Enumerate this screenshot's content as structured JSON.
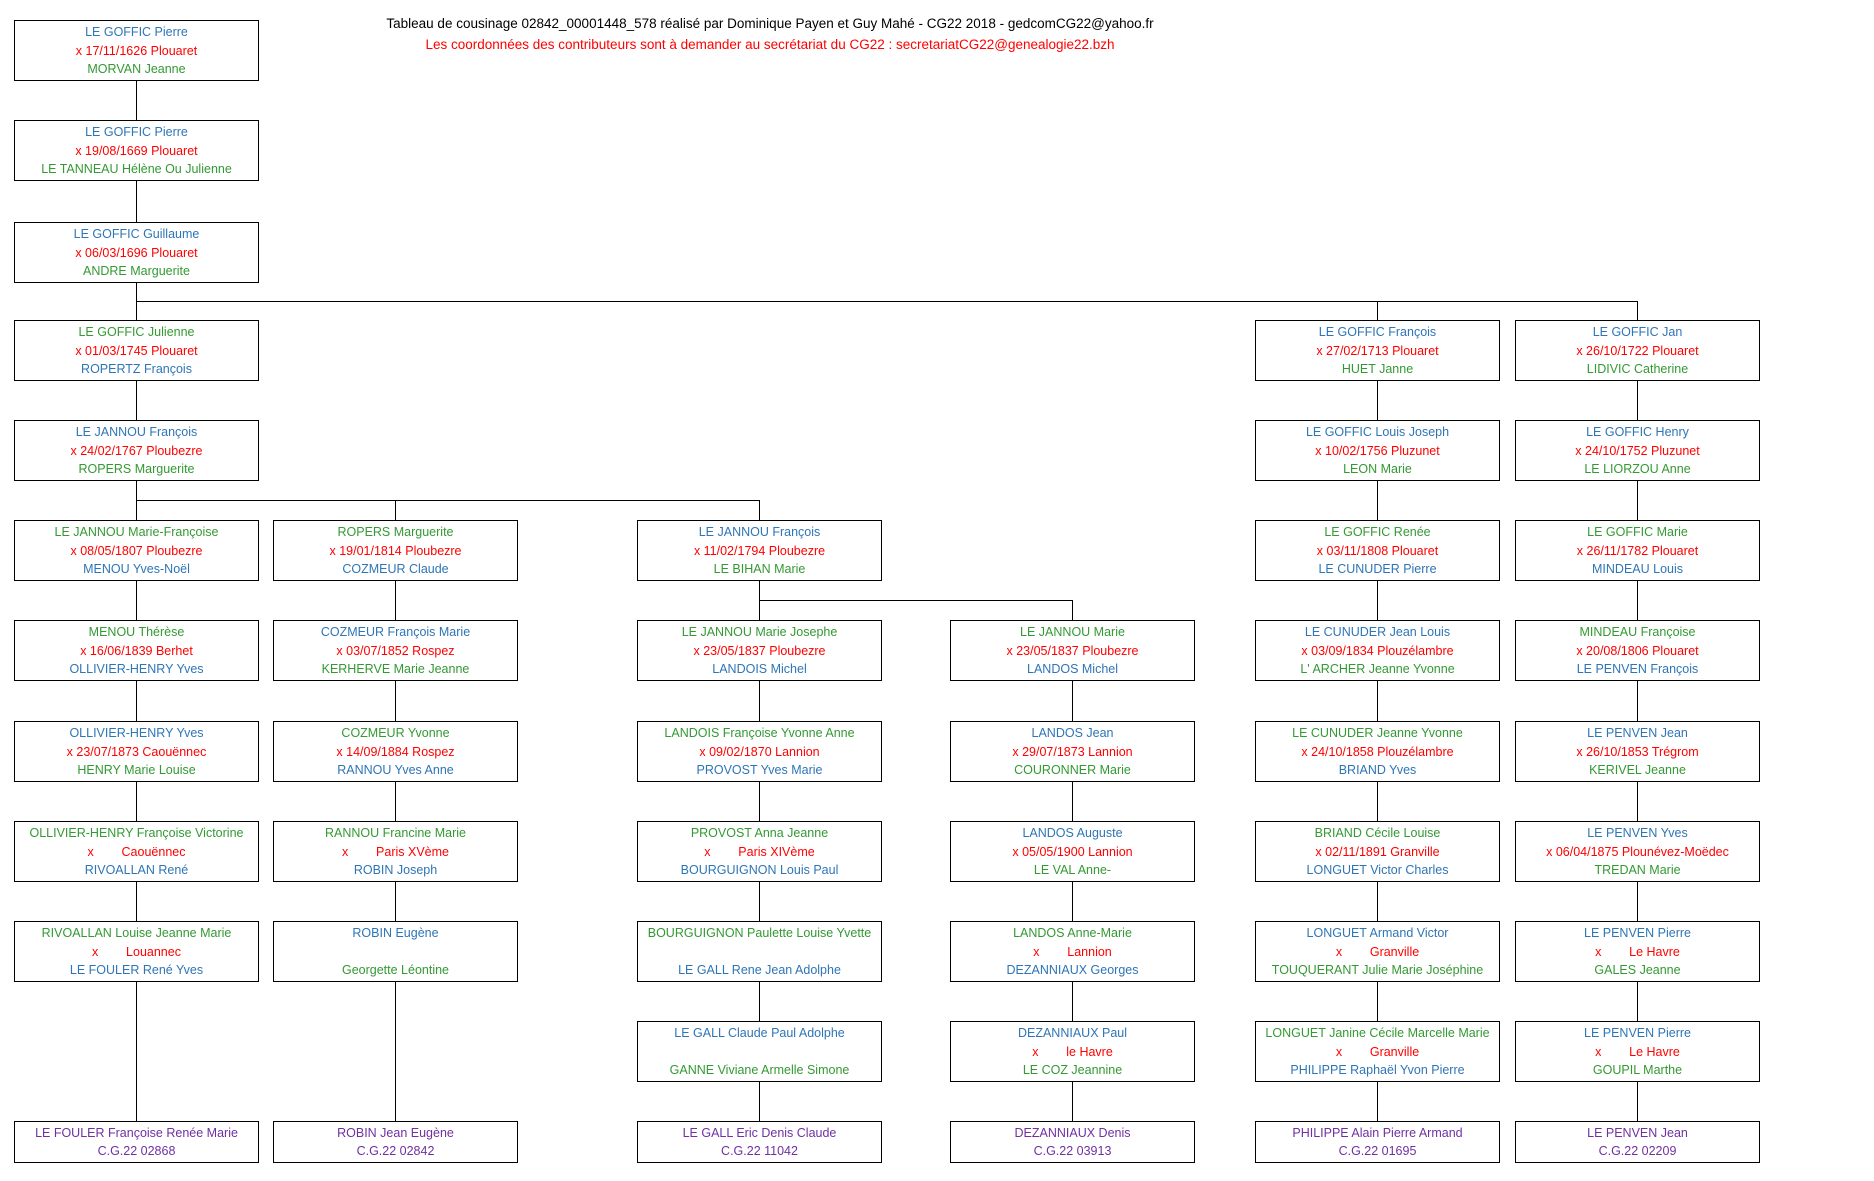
{
  "header": {
    "title": "Tableau de cousinage 02842_00001448_578 réalisé par Dominique Payen et Guy Mahé - CG22 2018 - gedcomCG22@yahoo.fr",
    "note": "Les coordonnées des contributeurs sont à demander au secrétariat du CG22 :  secretariatCG22@genealogie22.bzh"
  },
  "colors": {
    "blue": "#2E75B6",
    "green": "#339933",
    "red": "#FF0000",
    "purple": "#7030A0",
    "note_red": "#FF0000",
    "line_black": "#000000"
  },
  "people": [
    {
      "id": "r1c1",
      "row": 1,
      "col": 1,
      "lines": [
        {
          "text": "LE GOFFIC Pierre",
          "color": "blue"
        },
        {
          "text": "x 17/11/1626 Plouaret",
          "color": "red"
        },
        {
          "text": "MORVAN Jeanne",
          "color": "green"
        }
      ]
    },
    {
      "id": "r2c1",
      "row": 2,
      "col": 1,
      "lines": [
        {
          "text": "LE GOFFIC Pierre",
          "color": "blue"
        },
        {
          "text": "x 19/08/1669 Plouaret",
          "color": "red"
        },
        {
          "text": "LE TANNEAU Hélène Ou Julienne",
          "color": "green"
        }
      ]
    },
    {
      "id": "r3c1",
      "row": 3,
      "col": 1,
      "lines": [
        {
          "text": "LE GOFFIC Guillaume",
          "color": "blue"
        },
        {
          "text": "x 06/03/1696 Plouaret",
          "color": "red"
        },
        {
          "text": "ANDRE Marguerite",
          "color": "green"
        }
      ]
    },
    {
      "id": "r4c1",
      "row": 4,
      "col": 1,
      "lines": [
        {
          "text": "LE GOFFIC Julienne",
          "color": "green"
        },
        {
          "text": "x 01/03/1745 Plouaret",
          "color": "red"
        },
        {
          "text": "ROPERTZ François",
          "color": "blue"
        }
      ]
    },
    {
      "id": "r4c5",
      "row": 4,
      "col": 5,
      "lines": [
        {
          "text": "LE GOFFIC François",
          "color": "blue"
        },
        {
          "text": "x 27/02/1713 Plouaret",
          "color": "red"
        },
        {
          "text": "HUET Janne",
          "color": "green"
        }
      ]
    },
    {
      "id": "r4c6",
      "row": 4,
      "col": 6,
      "lines": [
        {
          "text": "LE GOFFIC Jan",
          "color": "blue"
        },
        {
          "text": "x 26/10/1722 Plouaret",
          "color": "red"
        },
        {
          "text": "LIDIVIC Catherine",
          "color": "green"
        }
      ]
    },
    {
      "id": "r5c1",
      "row": 5,
      "col": 1,
      "lines": [
        {
          "text": "LE JANNOU François",
          "color": "blue"
        },
        {
          "text": "x 24/02/1767 Ploubezre",
          "color": "red"
        },
        {
          "text": "ROPERS Marguerite",
          "color": "green"
        }
      ]
    },
    {
      "id": "r5c5",
      "row": 5,
      "col": 5,
      "lines": [
        {
          "text": "LE GOFFIC Louis Joseph",
          "color": "blue"
        },
        {
          "text": "x 10/02/1756 Pluzunet",
          "color": "red"
        },
        {
          "text": "LEON Marie",
          "color": "green"
        }
      ]
    },
    {
      "id": "r5c6",
      "row": 5,
      "col": 6,
      "lines": [
        {
          "text": "LE GOFFIC Henry",
          "color": "blue"
        },
        {
          "text": "x 24/10/1752 Pluzunet",
          "color": "red"
        },
        {
          "text": "LE LIORZOU Anne",
          "color": "green"
        }
      ]
    },
    {
      "id": "r6c1",
      "row": 6,
      "col": 1,
      "lines": [
        {
          "text": "LE JANNOU Marie-Françoise",
          "color": "green"
        },
        {
          "text": "x 08/05/1807 Ploubezre",
          "color": "red"
        },
        {
          "text": "MENOU Yves-Noël",
          "color": "blue"
        }
      ]
    },
    {
      "id": "r6c2",
      "row": 6,
      "col": 2,
      "lines": [
        {
          "text": "ROPERS Marguerite",
          "color": "green"
        },
        {
          "text": "x 19/01/1814 Ploubezre",
          "color": "red"
        },
        {
          "text": "COZMEUR Claude",
          "color": "blue"
        }
      ]
    },
    {
      "id": "r6c3",
      "row": 6,
      "col": 3,
      "lines": [
        {
          "text": "LE JANNOU François",
          "color": "blue"
        },
        {
          "text": "x 11/02/1794 Ploubezre",
          "color": "red"
        },
        {
          "text": "LE BIHAN Marie",
          "color": "green"
        }
      ]
    },
    {
      "id": "r6c5",
      "row": 6,
      "col": 5,
      "lines": [
        {
          "text": "LE GOFFIC Renée",
          "color": "green"
        },
        {
          "text": "x 03/11/1808 Plouaret",
          "color": "red"
        },
        {
          "text": "LE CUNUDER Pierre",
          "color": "blue"
        }
      ]
    },
    {
      "id": "r6c6",
      "row": 6,
      "col": 6,
      "lines": [
        {
          "text": "LE GOFFIC Marie",
          "color": "green"
        },
        {
          "text": "x 26/11/1782 Plouaret",
          "color": "red"
        },
        {
          "text": "MINDEAU Louis",
          "color": "blue"
        }
      ]
    },
    {
      "id": "r7c1",
      "row": 7,
      "col": 1,
      "lines": [
        {
          "text": "MENOU Thérèse",
          "color": "green"
        },
        {
          "text": "x 16/06/1839 Berhet",
          "color": "red"
        },
        {
          "text": "OLLIVIER-HENRY Yves",
          "color": "blue"
        }
      ]
    },
    {
      "id": "r7c2",
      "row": 7,
      "col": 2,
      "lines": [
        {
          "text": "COZMEUR François Marie",
          "color": "blue"
        },
        {
          "text": "x 03/07/1852 Rospez",
          "color": "red"
        },
        {
          "text": "KERHERVE Marie Jeanne",
          "color": "green"
        }
      ]
    },
    {
      "id": "r7c3",
      "row": 7,
      "col": 3,
      "lines": [
        {
          "text": "LE JANNOU Marie Josephe",
          "color": "green"
        },
        {
          "text": "x 23/05/1837 Ploubezre",
          "color": "red"
        },
        {
          "text": "LANDOIS Michel",
          "color": "blue"
        }
      ]
    },
    {
      "id": "r7c4",
      "row": 7,
      "col": 4,
      "lines": [
        {
          "text": "LE JANNOU Marie",
          "color": "green"
        },
        {
          "text": "x 23/05/1837 Ploubezre",
          "color": "red"
        },
        {
          "text": "LANDOS Michel",
          "color": "blue"
        }
      ]
    },
    {
      "id": "r7c5",
      "row": 7,
      "col": 5,
      "lines": [
        {
          "text": "LE CUNUDER Jean Louis",
          "color": "blue"
        },
        {
          "text": "x 03/09/1834 Plouzélambre",
          "color": "red"
        },
        {
          "text": "L' ARCHER Jeanne Yvonne",
          "color": "green"
        }
      ]
    },
    {
      "id": "r7c6",
      "row": 7,
      "col": 6,
      "lines": [
        {
          "text": "MINDEAU Françoise",
          "color": "green"
        },
        {
          "text": "x 20/08/1806 Plouaret",
          "color": "red"
        },
        {
          "text": "LE PENVEN François",
          "color": "blue"
        }
      ]
    },
    {
      "id": "r8c1",
      "row": 8,
      "col": 1,
      "lines": [
        {
          "text": "OLLIVIER-HENRY Yves",
          "color": "blue"
        },
        {
          "text": "x 23/07/1873 Caouënnec",
          "color": "red"
        },
        {
          "text": "HENRY Marie Louise",
          "color": "green"
        }
      ]
    },
    {
      "id": "r8c2",
      "row": 8,
      "col": 2,
      "lines": [
        {
          "text": "COZMEUR Yvonne",
          "color": "green"
        },
        {
          "text": "x 14/09/1884 Rospez",
          "color": "red"
        },
        {
          "text": "RANNOU Yves Anne",
          "color": "blue"
        }
      ]
    },
    {
      "id": "r8c3",
      "row": 8,
      "col": 3,
      "lines": [
        {
          "text": "LANDOIS Françoise Yvonne Anne",
          "color": "green"
        },
        {
          "text": "x 09/02/1870 Lannion",
          "color": "red"
        },
        {
          "text": "PROVOST Yves Marie",
          "color": "blue"
        }
      ]
    },
    {
      "id": "r8c4",
      "row": 8,
      "col": 4,
      "lines": [
        {
          "text": "LANDOS Jean",
          "color": "blue"
        },
        {
          "text": "x 29/07/1873 Lannion",
          "color": "red"
        },
        {
          "text": "COURONNER Marie",
          "color": "green"
        }
      ]
    },
    {
      "id": "r8c5",
      "row": 8,
      "col": 5,
      "lines": [
        {
          "text": "LE CUNUDER Jeanne Yvonne",
          "color": "green"
        },
        {
          "text": "x 24/10/1858 Plouzélambre",
          "color": "red"
        },
        {
          "text": "BRIAND Yves",
          "color": "blue"
        }
      ]
    },
    {
      "id": "r8c6",
      "row": 8,
      "col": 6,
      "lines": [
        {
          "text": "LE PENVEN Jean",
          "color": "blue"
        },
        {
          "text": "x 26/10/1853 Trégrom",
          "color": "red"
        },
        {
          "text": "KERIVEL Jeanne",
          "color": "green"
        }
      ]
    },
    {
      "id": "r9c1",
      "row": 9,
      "col": 1,
      "lines": [
        {
          "text": "OLLIVIER-HENRY Françoise Victorine",
          "color": "green"
        },
        {
          "text": "x        Caouënnec",
          "color": "red"
        },
        {
          "text": "RIVOALLAN René",
          "color": "blue"
        }
      ]
    },
    {
      "id": "r9c2",
      "row": 9,
      "col": 2,
      "lines": [
        {
          "text": "RANNOU Francine Marie",
          "color": "green"
        },
        {
          "text": "x        Paris XVème",
          "color": "red"
        },
        {
          "text": "ROBIN Joseph",
          "color": "blue"
        }
      ]
    },
    {
      "id": "r9c3",
      "row": 9,
      "col": 3,
      "lines": [
        {
          "text": "PROVOST Anna Jeanne",
          "color": "green"
        },
        {
          "text": "x        Paris XIVème",
          "color": "red"
        },
        {
          "text": "BOURGUIGNON Louis Paul",
          "color": "blue"
        }
      ]
    },
    {
      "id": "r9c4",
      "row": 9,
      "col": 4,
      "lines": [
        {
          "text": "LANDOS Auguste",
          "color": "blue"
        },
        {
          "text": "x 05/05/1900 Lannion",
          "color": "red"
        },
        {
          "text": "LE VAL Anne-",
          "color": "green"
        }
      ]
    },
    {
      "id": "r9c5",
      "row": 9,
      "col": 5,
      "lines": [
        {
          "text": "BRIAND Cécile Louise",
          "color": "green"
        },
        {
          "text": "x 02/11/1891 Granville",
          "color": "red"
        },
        {
          "text": "LONGUET Victor Charles",
          "color": "blue"
        }
      ]
    },
    {
      "id": "r9c6",
      "row": 9,
      "col": 6,
      "lines": [
        {
          "text": "LE PENVEN Yves",
          "color": "blue"
        },
        {
          "text": "x 06/04/1875 Plounévez-Moëdec",
          "color": "red"
        },
        {
          "text": "TREDAN Marie",
          "color": "green"
        }
      ]
    },
    {
      "id": "r10c1",
      "row": 10,
      "col": 1,
      "lines": [
        {
          "text": "RIVOALLAN Louise Jeanne Marie",
          "color": "green"
        },
        {
          "text": "x        Louannec",
          "color": "red"
        },
        {
          "text": "LE FOULER René Yves",
          "color": "blue"
        }
      ]
    },
    {
      "id": "r10c2",
      "row": 10,
      "col": 2,
      "lines": [
        {
          "text": "ROBIN Eugène",
          "color": "blue"
        },
        {
          "text": "",
          "color": "red"
        },
        {
          "text": "Georgette Léontine",
          "color": "green"
        }
      ]
    },
    {
      "id": "r10c3",
      "row": 10,
      "col": 3,
      "lines": [
        {
          "text": "BOURGUIGNON Paulette Louise Yvette",
          "color": "green"
        },
        {
          "text": "",
          "color": "red"
        },
        {
          "text": "LE GALL Rene Jean Adolphe",
          "color": "blue"
        }
      ]
    },
    {
      "id": "r10c4",
      "row": 10,
      "col": 4,
      "lines": [
        {
          "text": "LANDOS Anne-Marie",
          "color": "green"
        },
        {
          "text": "x        Lannion",
          "color": "red"
        },
        {
          "text": "DEZANNIAUX Georges",
          "color": "blue"
        }
      ]
    },
    {
      "id": "r10c5",
      "row": 10,
      "col": 5,
      "lines": [
        {
          "text": "LONGUET Armand Victor",
          "color": "blue"
        },
        {
          "text": "x        Granville",
          "color": "red"
        },
        {
          "text": "TOUQUERANT Julie Marie Joséphine",
          "color": "green"
        }
      ]
    },
    {
      "id": "r10c6",
      "row": 10,
      "col": 6,
      "lines": [
        {
          "text": "LE PENVEN Pierre",
          "color": "blue"
        },
        {
          "text": "x        Le Havre",
          "color": "red"
        },
        {
          "text": "GALES Jeanne",
          "color": "green"
        }
      ]
    },
    {
      "id": "r11c3",
      "row": 11,
      "col": 3,
      "lines": [
        {
          "text": "LE GALL Claude Paul Adolphe",
          "color": "blue"
        },
        {
          "text": "",
          "color": "red"
        },
        {
          "text": "GANNE Viviane Armelle Simone",
          "color": "green"
        }
      ]
    },
    {
      "id": "r11c4",
      "row": 11,
      "col": 4,
      "lines": [
        {
          "text": "DEZANNIAUX Paul",
          "color": "blue"
        },
        {
          "text": "x        le Havre",
          "color": "red"
        },
        {
          "text": "LE COZ Jeannine",
          "color": "green"
        }
      ]
    },
    {
      "id": "r11c5",
      "row": 11,
      "col": 5,
      "lines": [
        {
          "text": "LONGUET Janine Cécile Marcelle Marie",
          "color": "green"
        },
        {
          "text": "x        Granville",
          "color": "red"
        },
        {
          "text": "PHILIPPE Raphaël Yvon Pierre",
          "color": "blue"
        }
      ]
    },
    {
      "id": "r11c6",
      "row": 11,
      "col": 6,
      "lines": [
        {
          "text": "LE PENVEN Pierre",
          "color": "blue"
        },
        {
          "text": "x        Le Havre",
          "color": "red"
        },
        {
          "text": "GOUPIL Marthe",
          "color": "green"
        }
      ]
    },
    {
      "id": "r12c1",
      "row": 12,
      "col": 1,
      "lines": [
        {
          "text": "LE FOULER Françoise Renée Marie",
          "color": "purple"
        },
        {
          "text": "C.G.22 02868",
          "color": "purple"
        }
      ]
    },
    {
      "id": "r12c2",
      "row": 12,
      "col": 2,
      "lines": [
        {
          "text": "ROBIN Jean Eugène",
          "color": "purple"
        },
        {
          "text": "C.G.22 02842",
          "color": "purple"
        }
      ]
    },
    {
      "id": "r12c3",
      "row": 12,
      "col": 3,
      "lines": [
        {
          "text": "LE GALL Eric Denis Claude",
          "color": "purple"
        },
        {
          "text": "C.G.22 11042",
          "color": "purple"
        }
      ]
    },
    {
      "id": "r12c4",
      "row": 12,
      "col": 4,
      "lines": [
        {
          "text": "DEZANNIAUX Denis",
          "color": "purple"
        },
        {
          "text": "C.G.22 03913",
          "color": "purple"
        }
      ]
    },
    {
      "id": "r12c5",
      "row": 12,
      "col": 5,
      "lines": [
        {
          "text": "PHILIPPE Alain Pierre Armand",
          "color": "purple"
        },
        {
          "text": "C.G.22 01695",
          "color": "purple"
        }
      ]
    },
    {
      "id": "r12c6",
      "row": 12,
      "col": 6,
      "lines": [
        {
          "text": "LE PENVEN Jean",
          "color": "purple"
        },
        {
          "text": "C.G.22 02209",
          "color": "purple"
        }
      ]
    }
  ],
  "edges": [
    {
      "from": "r1c1",
      "to": [
        "r2c1"
      ]
    },
    {
      "from": "r2c1",
      "to": [
        "r3c1"
      ]
    },
    {
      "from": "r3c1",
      "to": [
        "r4c1",
        "r4c5",
        "r4c6"
      ]
    },
    {
      "from": "r4c1",
      "to": [
        "r5c1"
      ]
    },
    {
      "from": "r4c5",
      "to": [
        "r5c5"
      ]
    },
    {
      "from": "r4c6",
      "to": [
        "r5c6"
      ]
    },
    {
      "from": "r5c1",
      "to": [
        "r6c1",
        "r6c2",
        "r6c3"
      ]
    },
    {
      "from": "r5c5",
      "to": [
        "r6c5"
      ]
    },
    {
      "from": "r5c6",
      "to": [
        "r6c6"
      ]
    },
    {
      "from": "r6c1",
      "to": [
        "r7c1"
      ]
    },
    {
      "from": "r6c2",
      "to": [
        "r7c2"
      ]
    },
    {
      "from": "r6c3",
      "to": [
        "r7c3",
        "r7c4"
      ]
    },
    {
      "from": "r6c5",
      "to": [
        "r7c5"
      ]
    },
    {
      "from": "r6c6",
      "to": [
        "r7c6"
      ]
    },
    {
      "from": "r7c1",
      "to": [
        "r8c1"
      ]
    },
    {
      "from": "r7c2",
      "to": [
        "r8c2"
      ]
    },
    {
      "from": "r7c3",
      "to": [
        "r8c3"
      ]
    },
    {
      "from": "r7c4",
      "to": [
        "r8c4"
      ]
    },
    {
      "from": "r7c5",
      "to": [
        "r8c5"
      ]
    },
    {
      "from": "r7c6",
      "to": [
        "r8c6"
      ]
    },
    {
      "from": "r8c1",
      "to": [
        "r9c1"
      ]
    },
    {
      "from": "r8c2",
      "to": [
        "r9c2"
      ]
    },
    {
      "from": "r8c3",
      "to": [
        "r9c3"
      ]
    },
    {
      "from": "r8c4",
      "to": [
        "r9c4"
      ]
    },
    {
      "from": "r8c5",
      "to": [
        "r9c5"
      ]
    },
    {
      "from": "r8c6",
      "to": [
        "r9c6"
      ]
    },
    {
      "from": "r9c1",
      "to": [
        "r10c1"
      ]
    },
    {
      "from": "r9c2",
      "to": [
        "r10c2"
      ]
    },
    {
      "from": "r9c3",
      "to": [
        "r10c3"
      ]
    },
    {
      "from": "r9c4",
      "to": [
        "r10c4"
      ]
    },
    {
      "from": "r9c5",
      "to": [
        "r10c5"
      ]
    },
    {
      "from": "r9c6",
      "to": [
        "r10c6"
      ]
    },
    {
      "from": "r10c1",
      "to": [
        "r12c1"
      ]
    },
    {
      "from": "r10c2",
      "to": [
        "r12c2"
      ]
    },
    {
      "from": "r10c3",
      "to": [
        "r11c3"
      ]
    },
    {
      "from": "r10c4",
      "to": [
        "r11c4"
      ]
    },
    {
      "from": "r10c5",
      "to": [
        "r11c5"
      ]
    },
    {
      "from": "r10c6",
      "to": [
        "r11c6"
      ]
    },
    {
      "from": "r11c3",
      "to": [
        "r12c3"
      ]
    },
    {
      "from": "r11c4",
      "to": [
        "r12c4"
      ]
    },
    {
      "from": "r11c5",
      "to": [
        "r12c5"
      ]
    },
    {
      "from": "r11c6",
      "to": [
        "r12c6"
      ]
    }
  ]
}
